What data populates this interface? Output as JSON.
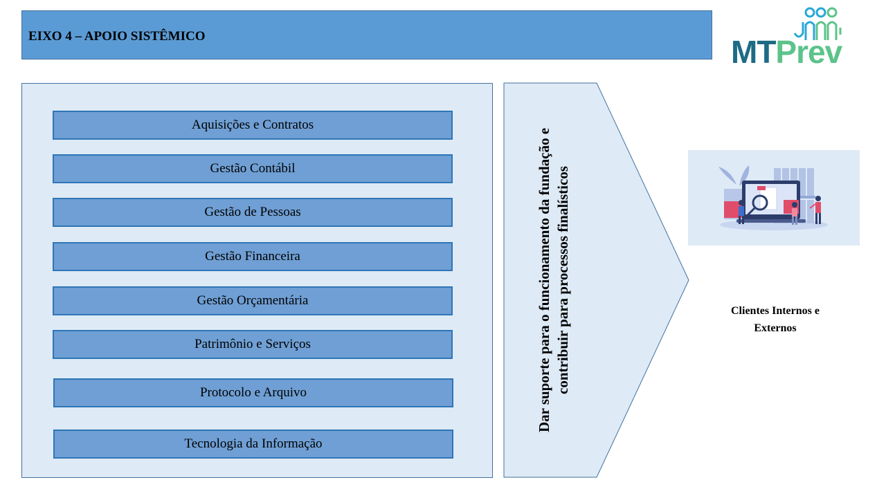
{
  "header": {
    "title": "EIXO 4 – APOIO SISTÊMICO",
    "color": "#5b9bd5"
  },
  "logo": {
    "part1": "MT",
    "part2": "Prev"
  },
  "areas": [
    "Aquisições e Contratos",
    "Gestão Contábil",
    "Gestão de Pessoas",
    "Gestão Financeira",
    "Gestão Orçamentária",
    "Patrimônio e Serviços",
    "Protocolo e Arquivo",
    "Tecnologia da Informação"
  ],
  "arrow": {
    "text": "Dar suporte para o funcionamento da fundação e contribuir para processos finalísticos"
  },
  "target": {
    "label": "Clientes Internos e Externos"
  },
  "colors": {
    "panel": "#deeaf6",
    "item": "#6f9fd4",
    "item_border": "#2e75b6",
    "logo_dark": "#1e6b86",
    "logo_green": "#5cc38a"
  }
}
